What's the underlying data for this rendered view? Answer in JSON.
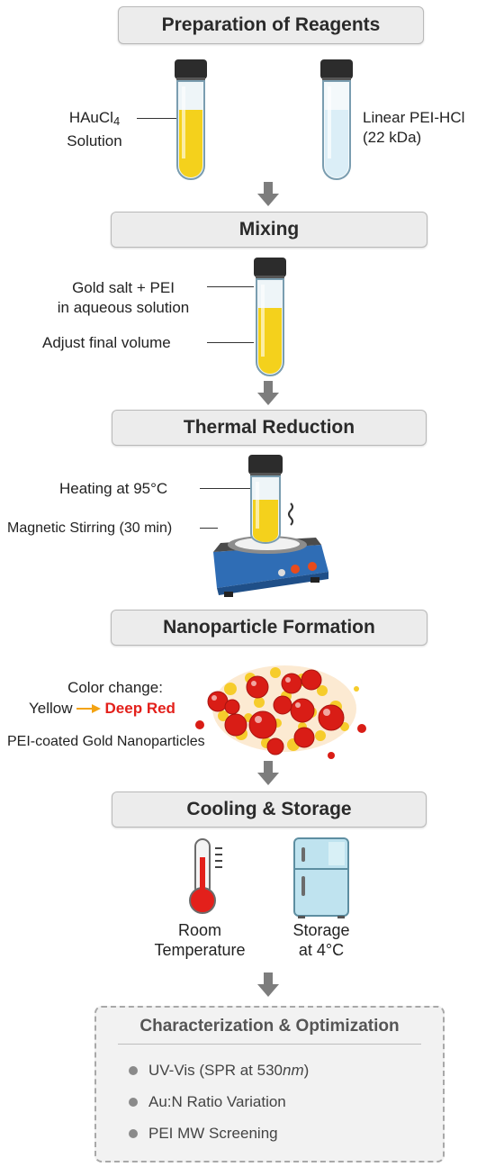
{
  "steps": {
    "preparation": "Preparation of Reagents",
    "mixing": "Mixing",
    "thermal": "Thermal Reduction",
    "formation": "Nanoparticle Formation",
    "cooling": "Cooling & Storage"
  },
  "reagents": {
    "haucl_main": "HAuCl",
    "haucl_sub": "4",
    "haucl_line2": "Solution",
    "pei_line1": "Linear PEI-HCl",
    "pei_line2": "(22 kDa)"
  },
  "mixing": {
    "label1_line1": "Gold salt + PEI",
    "label1_line2": "in aqueous solution",
    "label2": "Adjust final volume"
  },
  "thermal": {
    "heating": "Heating at 95°C",
    "stirring": "Magnetic Stirring (30 min)"
  },
  "formation": {
    "color_change": "Color change:",
    "from_color": "Yellow",
    "to_color": "Deep Red",
    "coated": "PEI-coated Gold Nanoparticles"
  },
  "cooling": {
    "room_line1": "Room",
    "room_line2": "Temperature",
    "storage_line1": "Storage",
    "storage_line2": "at 4°C"
  },
  "characterization": {
    "title": "Characterization & Optimization",
    "item1_prefix": "UV-Vis (SPR at 530 ",
    "item1_unit": "nm",
    "item1_suffix": ")",
    "item2": "Au:N Ratio Variation",
    "item3": "PEI MW Screening"
  },
  "colors": {
    "gold": "#f4d11c",
    "pale_blue": "#dbeef7",
    "deep_red": "#e3201b",
    "arrow_gray": "#7d7d7d",
    "hotplate_blue": "#2f6db5"
  }
}
